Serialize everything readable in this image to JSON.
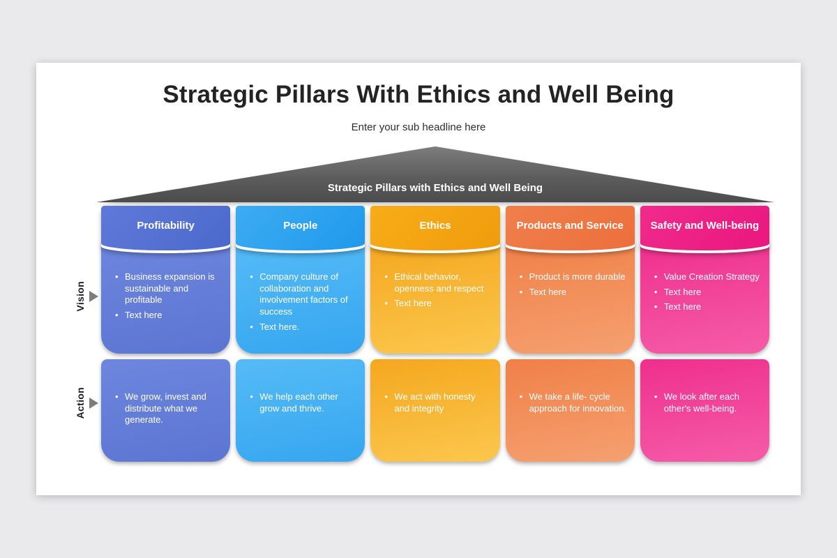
{
  "slide": {
    "title": "Strategic Pillars With Ethics and Well Being",
    "subtitle": "Enter your sub headline here",
    "roof_label": "Strategic Pillars with Ethics and Well Being"
  },
  "row_labels": {
    "vision": "Vision",
    "action": "Action"
  },
  "colors": {
    "roof": "#5d5d5d",
    "arrow": "#7c7c7c",
    "background": "#eaeaec",
    "slide_background": "#ffffff"
  },
  "pillars": [
    {
      "title": "Profitability",
      "header_from": "#6079d8",
      "header_to": "#4a69cc",
      "body_from": "#6d86de",
      "body_to": "#5b75d2",
      "vision": [
        "Business expansion is sustainable and profitable",
        "Text here"
      ],
      "action": [
        "We grow, invest and distribute what we generate."
      ]
    },
    {
      "title": "People",
      "header_from": "#3dacf2",
      "header_to": "#1f99ec",
      "body_from": "#55bbf6",
      "body_to": "#36a6f0",
      "vision": [
        "Company culture of collaboration and involvement factors of success",
        "Text here."
      ],
      "action": [
        "We help each other grow and thrive."
      ]
    },
    {
      "title": "Ethics",
      "header_from": "#f7ac18",
      "header_to": "#f09c0c",
      "body_from": "#f5a71e",
      "body_to": "#fbc74e",
      "vision": [
        "Ethical behavior, openness  and respect",
        "Text here"
      ],
      "action": [
        "We act with honesty and integrity"
      ]
    },
    {
      "title": "Products and Service",
      "header_from": "#f07f4b",
      "header_to": "#ec6f3c",
      "body_from": "#f08048",
      "body_to": "#f5a070",
      "vision": [
        "Product  is more durable",
        "Text here"
      ],
      "action": [
        "We take a life- cycle approach for innovation."
      ]
    },
    {
      "title": "Safety and Well-being",
      "header_from": "#f02b8c",
      "header_to": "#ea167e",
      "body_from": "#ef2f8d",
      "body_to": "#f55ca8",
      "vision": [
        "Value Creation Strategy",
        "Text here",
        "Text here"
      ],
      "action": [
        "We look after each other's well-being."
      ]
    }
  ]
}
